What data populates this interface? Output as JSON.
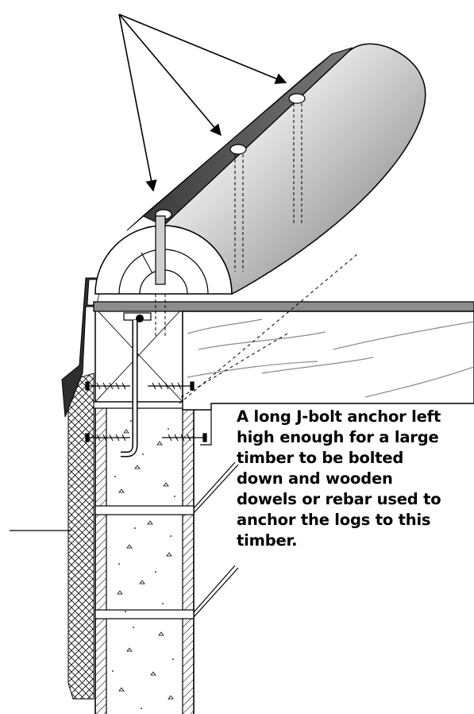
{
  "caption": {
    "lines": [
      "A long J-bolt anchor left",
      "high enough for a large",
      "timber to be bolted",
      "down and wooden",
      "dowels or rebar used to",
      "anchor the logs to this",
      "timber."
    ]
  },
  "colors": {
    "ink": "#000000",
    "paper": "#ffffff",
    "metal_light": "#f2f2f2",
    "metal_dark": "#6e6e6e",
    "concrete": "#ffffff",
    "wood_grain": "#8a8a8a"
  }
}
